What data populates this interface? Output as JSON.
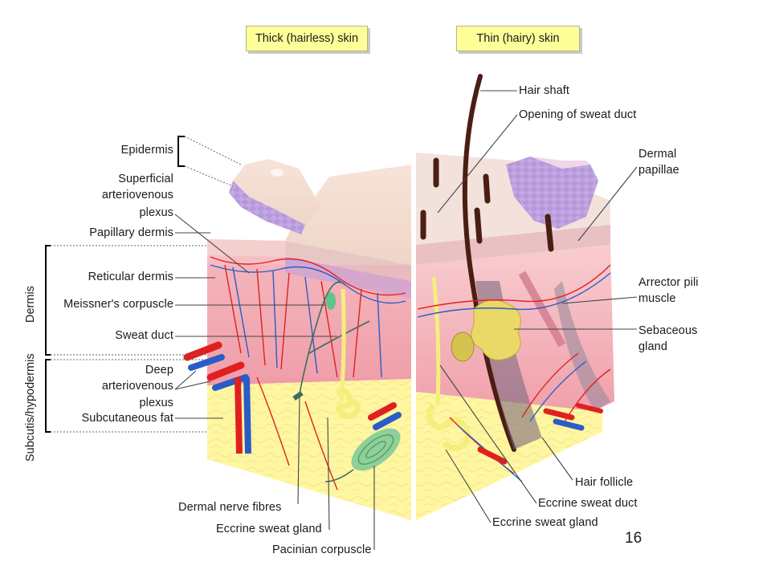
{
  "headers": {
    "thick": "Thick (hairless) skin",
    "thin": "Thin (hairy) skin"
  },
  "side_labels": {
    "dermis": "Dermis",
    "subcutis": "Subcutis/hypodermis"
  },
  "left_labels": {
    "epidermis": "Epidermis",
    "superficial_plexus": [
      "Superficial",
      "arteriovenous",
      "plexus"
    ],
    "papillary_dermis": "Papillary dermis",
    "reticular_dermis": "Reticular dermis",
    "meissner": "Meissner's corpuscle",
    "sweat_duct": "Sweat duct",
    "deep_plexus": [
      "Deep",
      "arteriovenous",
      "plexus"
    ],
    "subcutaneous_fat": "Subcutaneous fat"
  },
  "bottom_labels": {
    "nerve_fibres": "Dermal nerve fibres",
    "eccrine_gland_left": "Eccrine sweat gland",
    "pacinian": "Pacinian corpuscle"
  },
  "right_labels": {
    "hair_shaft": "Hair shaft",
    "sweat_duct_opening": "Opening of sweat duct",
    "dermal_papillae": [
      "Dermal",
      "papillae"
    ],
    "arrector_pili": [
      "Arrector pili",
      "muscle"
    ],
    "sebaceous_gland": [
      "Sebaceous",
      "gland"
    ],
    "hair_follicle": "Hair follicle",
    "eccrine_duct": "Eccrine sweat duct",
    "eccrine_gland_right": "Eccrine sweat gland"
  },
  "page_number": "16",
  "colors": {
    "header_fill": "#ffff99",
    "epidermis": "#c9b3e0",
    "dermis": "#f2a9b3",
    "fat": "#fff59a",
    "artery": "#e02020",
    "vein": "#2a5cc8",
    "hair": "#4a1e12"
  }
}
